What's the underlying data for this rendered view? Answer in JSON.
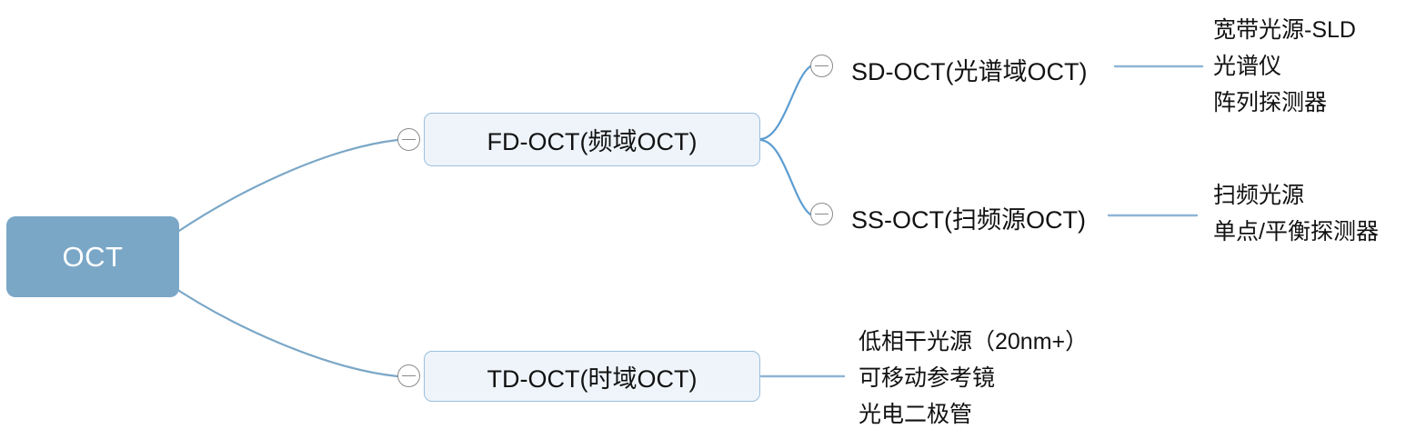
{
  "diagram": {
    "title": "OCT",
    "type": "mind-map",
    "root": {
      "label": "OCT",
      "fill_color": "#7ba7c7",
      "text_color": "#ffffff"
    },
    "branch_style": {
      "fill_color": "#eef4fa",
      "border_color": "#9cc0dd",
      "text_color": "#121212"
    },
    "edge_color": "#7ba7c7",
    "toggle_color": "#8a8a8a",
    "branches": [
      {
        "id": "fd",
        "label": "FD-OCT(频域OCT)",
        "toggle_icon": "collapse-minus-icon",
        "children": [
          {
            "id": "sd",
            "label": "SD-OCT(光谱域OCT)",
            "toggle_icon": "collapse-minus-icon",
            "details": [
              "宽带光源-SLD",
              "光谱仪",
              "阵列探测器"
            ]
          },
          {
            "id": "ss",
            "label": "SS-OCT(扫频源OCT)",
            "toggle_icon": "collapse-minus-icon",
            "details": [
              "扫频光源",
              "单点/平衡探测器"
            ]
          }
        ]
      },
      {
        "id": "td",
        "label": "TD-OCT(时域OCT)",
        "toggle_icon": "collapse-minus-icon",
        "details": [
          "低相干光源（20nm+）",
          "可移动参考镜",
          "光电二极管"
        ]
      }
    ]
  }
}
